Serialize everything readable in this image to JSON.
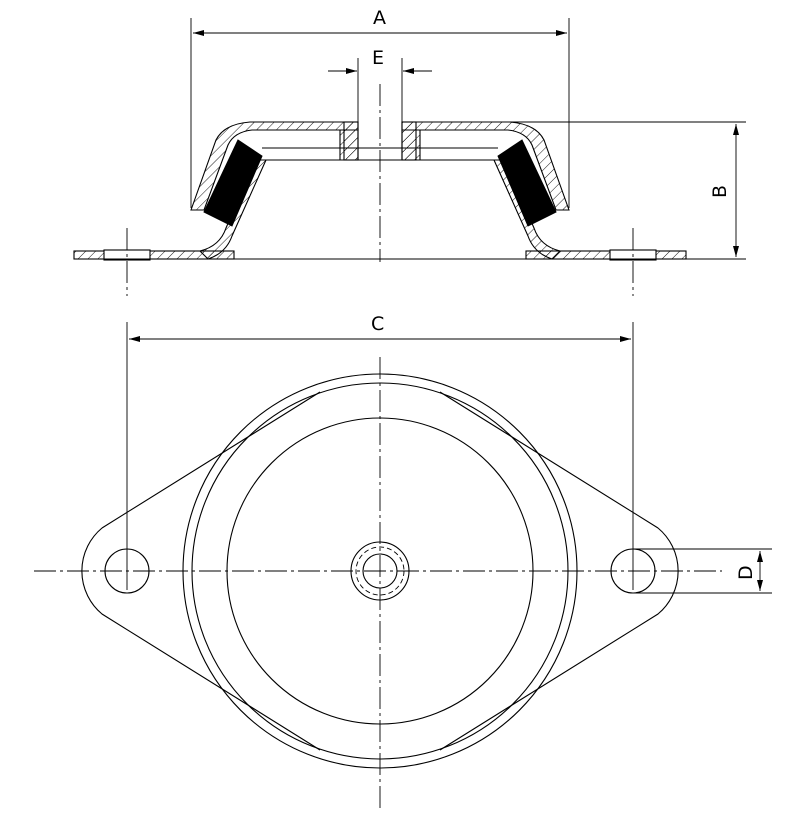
{
  "dimensions": {
    "A": "A",
    "B": "B",
    "C": "C",
    "D": "D",
    "E": "E"
  },
  "colors": {
    "line": "#000000",
    "background": "#ffffff",
    "rubber": "#000000"
  }
}
